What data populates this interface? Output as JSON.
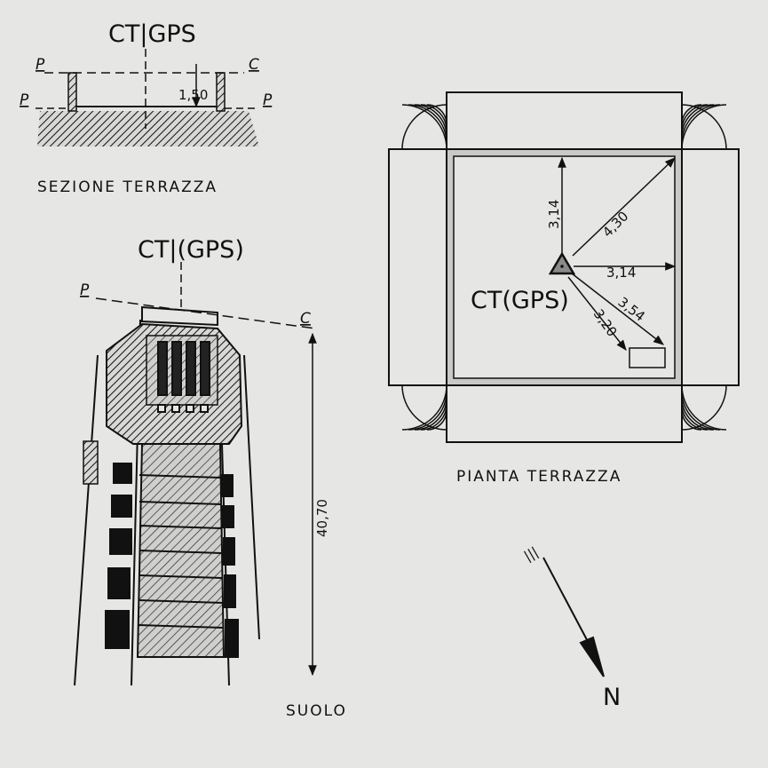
{
  "section": {
    "caption": "SEZIONE TERRAZZA",
    "point_label": "CT|GPS",
    "height_dim": "1,50",
    "plane_labels": [
      "P",
      "P",
      "P",
      "C"
    ]
  },
  "elevation": {
    "point_label": "CT|(GPS)",
    "height_dim": "40,70",
    "ground_label": "SUOLO",
    "plane_labels": [
      "P",
      "C"
    ]
  },
  "plan": {
    "caption": "PIANTA TERRAZZA",
    "point_label": "CT(GPS)",
    "dims": [
      "3,14",
      "4,30",
      "3,14",
      "3,54",
      "3,20"
    ]
  },
  "north": {
    "label": "N",
    "mark": "|||"
  },
  "colors": {
    "ink": "#111111",
    "paper": "#e6e6e4",
    "marker_fill": "#8a8a8a"
  }
}
